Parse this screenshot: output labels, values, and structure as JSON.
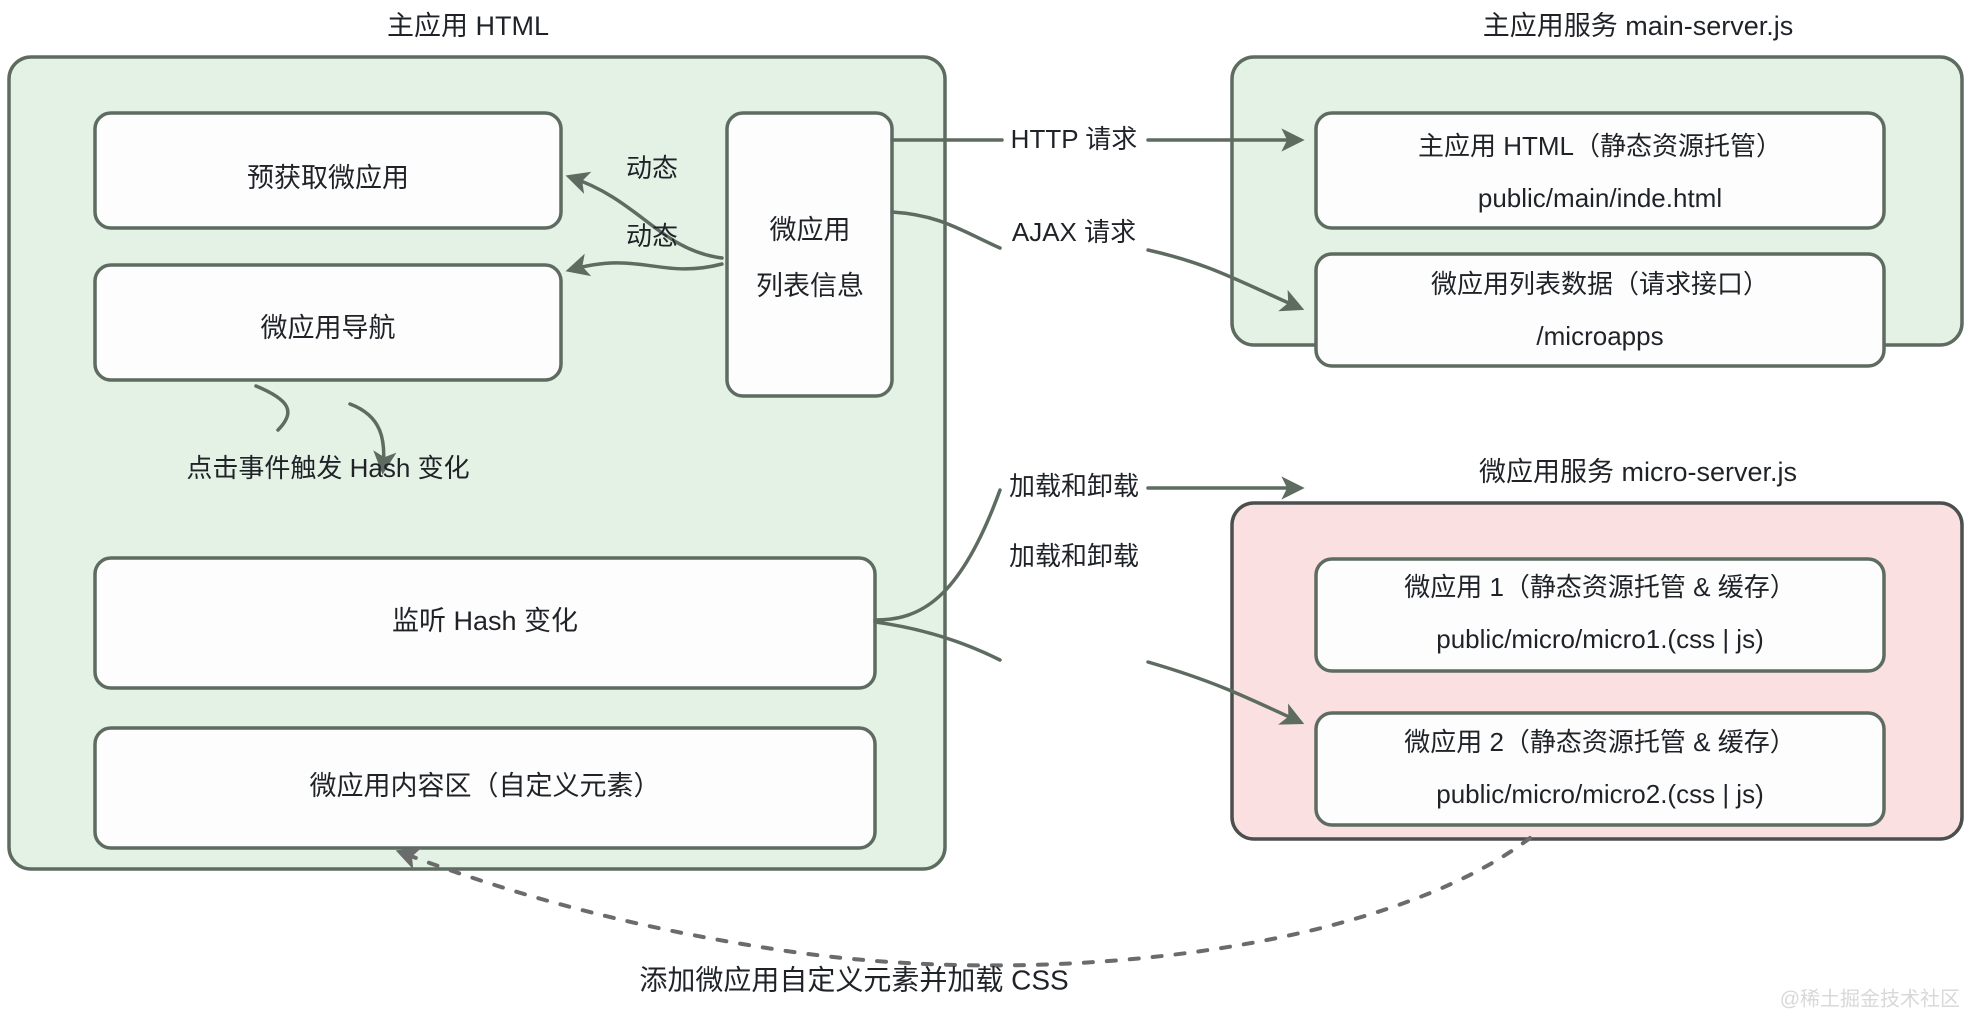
{
  "diagram": {
    "title": "微前端主应用与微应用服务架构图",
    "background": "#ffffff",
    "colors": {
      "green_fill": "#e4f2e6",
      "pink_fill": "#fae0e0",
      "node_fill": "#fdfdfd",
      "stroke": "#5d6b61",
      "text": "#1f2328",
      "watermark": "#d8d8d8"
    },
    "groups": [
      {
        "id": "main-html",
        "title": "主应用 HTML",
        "fill": "#e4f2e6"
      },
      {
        "id": "main-server",
        "title": "主应用服务 main-server.js",
        "fill": "#e4f2e6"
      },
      {
        "id": "micro-server",
        "title": "微应用服务 micro-server.js",
        "fill": "#fae0e0"
      }
    ],
    "nodes": {
      "prefetch": {
        "line1": "预获取微应用"
      },
      "nav": {
        "line1": "微应用导航"
      },
      "list_info": {
        "line1": "微应用",
        "line2": "列表信息"
      },
      "hash_listen": {
        "line1": "监听 Hash 变化"
      },
      "content_area": {
        "line1": "微应用内容区（自定义元素）"
      },
      "main_html_static": {
        "line1": "主应用 HTML（静态资源托管）",
        "line2": "public/main/inde.html"
      },
      "microapps_api": {
        "line1": "微应用列表数据（请求接口）",
        "line2": "/microapps"
      },
      "micro1": {
        "line1": "微应用 1（静态资源托管 & 缓存）",
        "line2": "public/micro/micro1.(css | js)"
      },
      "micro2": {
        "line1": "微应用 2（静态资源托管 & 缓存）",
        "line2": "public/micro/micro2.(css | js)"
      }
    },
    "edge_labels": {
      "dynamic_top": "动态",
      "dynamic_bottom": "动态",
      "http_request": "HTTP 请求",
      "ajax_request": "AJAX 请求",
      "hash_trigger": "点击事件触发 Hash 变化",
      "load_unload_1": "加载和卸载",
      "load_unload_2": "加载和卸载"
    },
    "caption": "添加微应用自定义元素并加载 CSS",
    "watermark": "@稀土掘金技术社区"
  }
}
